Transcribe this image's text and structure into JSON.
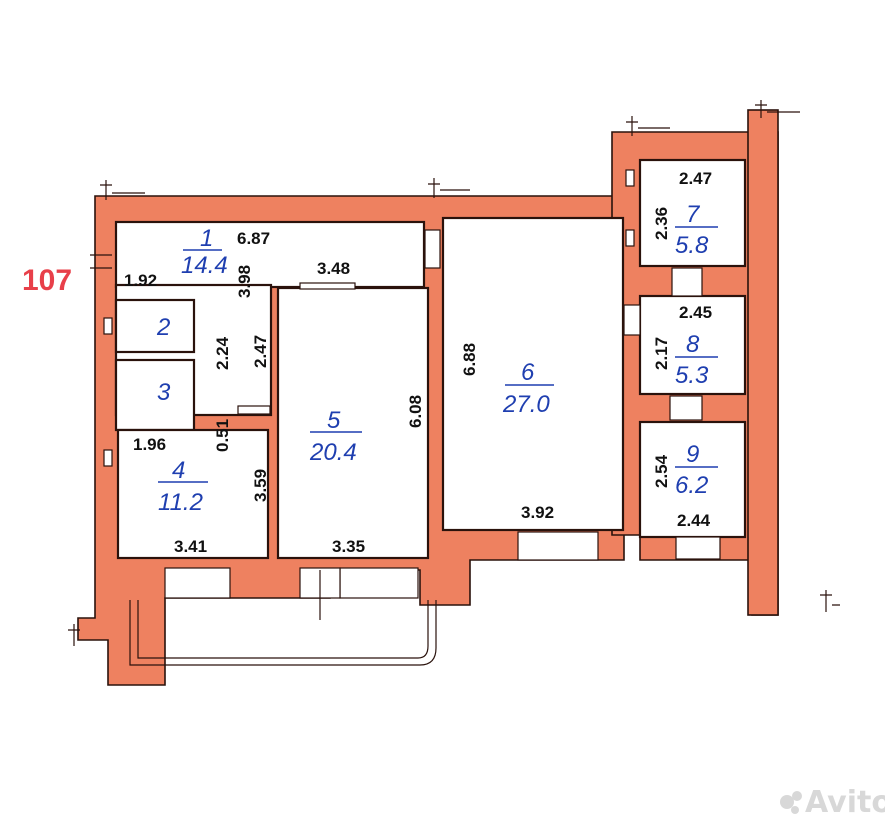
{
  "apartment_number": "107",
  "watermark": "Avito",
  "rooms": [
    {
      "number": "1",
      "area": "14.4"
    },
    {
      "number": "2",
      "area": ""
    },
    {
      "number": "3",
      "area": ""
    },
    {
      "number": "4",
      "area": "11.2"
    },
    {
      "number": "5",
      "area": "20.4"
    },
    {
      "number": "6",
      "area": "27.0"
    },
    {
      "number": "7",
      "area": "5.8"
    },
    {
      "number": "8",
      "area": "5.3"
    },
    {
      "number": "9",
      "area": "6.2"
    }
  ],
  "dimensions": {
    "hall_length": "6.87",
    "hall_left_width": "1.92",
    "hall_height": "3.98",
    "room5_top": "3.48",
    "room5_height": "6.08",
    "room5_bottom": "3.35",
    "room6_height": "6.88",
    "room6_bottom": "3.92",
    "room2_height": "2.24",
    "corridor_height": "2.47",
    "closet_depth": "0.51",
    "room4_top": "1.96",
    "room4_height": "3.59",
    "room4_bottom": "3.41",
    "room7_top": "2.47",
    "room7_height": "2.36",
    "room8_top": "2.45",
    "room8_height": "2.17",
    "room9_height": "2.54",
    "room9_bottom": "2.44"
  }
}
